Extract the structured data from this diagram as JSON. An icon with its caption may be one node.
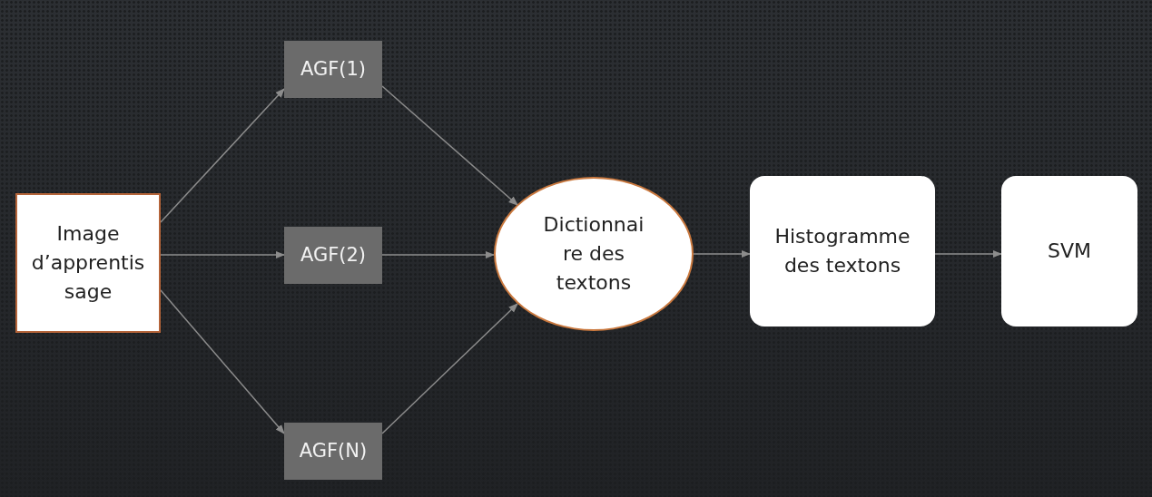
{
  "diagram": {
    "nodes": [
      {
        "text": [
          "Image d’apprentis sage"
        ]
      },
      {
        "text": [
          "AGF(1)"
        ]
      },
      {
        "text": [
          "AGF(2)"
        ]
      },
      {
        "text": [
          "AGF(N)"
        ]
      },
      {
        "text": [
          "Dictionnai re des textons"
        ]
      },
      {
        "text": [
          "Histogramme des textons"
        ]
      },
      {
        "text": [
          "SVM"
        ]
      }
    ],
    "edges": [
      {
        "from": 0,
        "to": 1,
        "arrow": "to"
      },
      {
        "from": 0,
        "to": 2,
        "arrow": "to"
      },
      {
        "from": 0,
        "to": 3,
        "arrow": "to"
      },
      {
        "from": 1,
        "to": 4,
        "arrow": "to"
      },
      {
        "from": 2,
        "to": 4,
        "arrow": "to"
      },
      {
        "from": 3,
        "to": 4,
        "arrow": "to"
      },
      {
        "from": 4,
        "to": 5,
        "arrow": "to"
      },
      {
        "from": 5,
        "to": 6,
        "arrow": "to"
      }
    ]
  }
}
